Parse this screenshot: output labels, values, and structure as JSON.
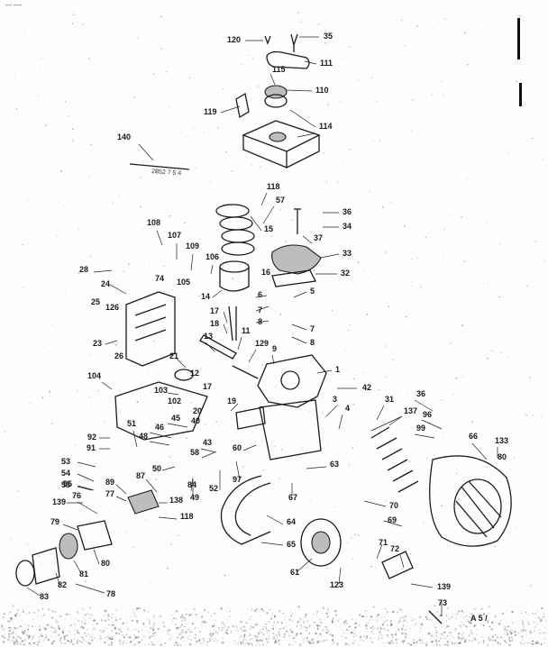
{
  "header": {
    "fragment": "--- ----"
  },
  "footer": {
    "code": "A 5 /"
  },
  "decal_text": "2852 7 5 4",
  "callouts": [
    "120",
    "35",
    "111",
    "115",
    "110",
    "119",
    "114",
    "140",
    "118",
    "57",
    "36",
    "34",
    "15",
    "37",
    "33",
    "32",
    "108",
    "107",
    "109",
    "106",
    "74",
    "105",
    "28",
    "16",
    "24",
    "14",
    "6",
    "5",
    "7",
    "8",
    "7",
    "8",
    "25",
    "126",
    "17",
    "18",
    "23",
    "26",
    "21",
    "12",
    "13",
    "11",
    "129",
    "9",
    "1",
    "104",
    "103",
    "17",
    "102",
    "42",
    "31",
    "36",
    "19",
    "3",
    "20",
    "4",
    "40",
    "137",
    "96",
    "99",
    "45",
    "46",
    "51",
    "48",
    "43",
    "58",
    "92",
    "91",
    "60",
    "55",
    "66",
    "133",
    "80",
    "53",
    "54",
    "55",
    "50",
    "87",
    "84",
    "52",
    "97",
    "63",
    "67",
    "49",
    "89",
    "77",
    "139",
    "76",
    "138",
    "79",
    "118",
    "70",
    "69",
    "64",
    "65",
    "71",
    "72",
    "61",
    "80",
    "81",
    "82",
    "83",
    "78",
    "123",
    "139",
    "73"
  ]
}
